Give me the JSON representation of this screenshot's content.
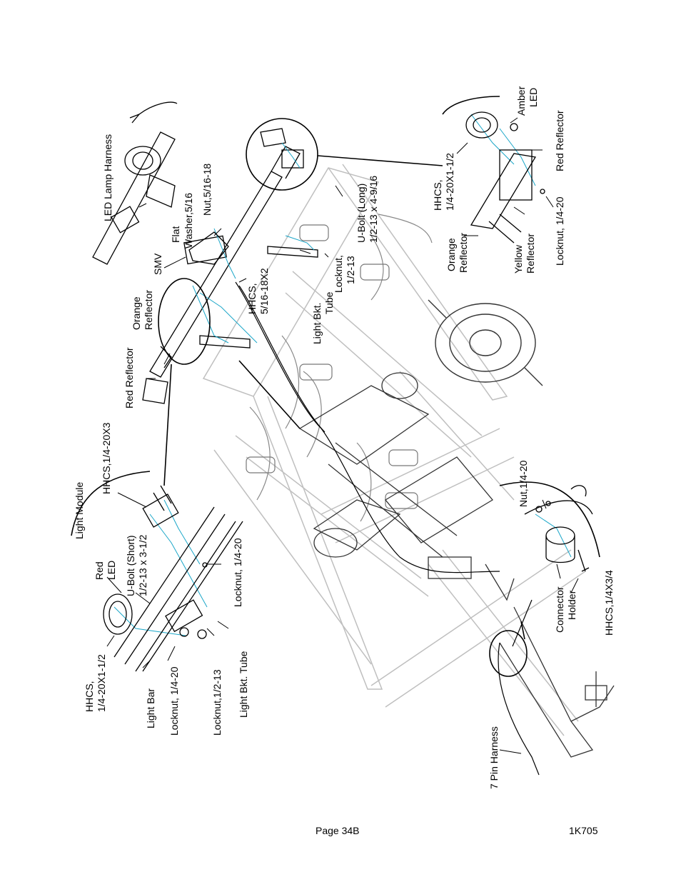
{
  "labels": {
    "led_lamp_harness": "LED Lamp Harness",
    "smv": "SMV",
    "flat": "Flat",
    "washer_5_16": "Washer,5/16",
    "nut_5_16_18": "Nut,5/16-18",
    "orange": "Orange",
    "reflector": "Reflector",
    "red_reflector": "Red Reflector",
    "hhcs_5_16": "HHCS,",
    "hhcs_5_16_size": "5/16-18X2",
    "light_bkt": "Light Bkt.",
    "tube": "Tube",
    "locknut": "Locknut,",
    "locknut_1_2_13": "1/2-13",
    "ubolt_long": "U-Bolt (Long)",
    "ubolt_long_size": "1/2-13 x 4-9/16",
    "hhcs_r": "HHCS,",
    "hhcs_r_size": "1/4-20X1-1/2",
    "amber": "Amber",
    "led": "LED",
    "red_reflector_r": "Red Reflector",
    "orange_r": "Orange",
    "reflector_r": "Reflector",
    "yellow": "Yellow",
    "reflector_y": "Reflector",
    "locknut_1_4_20_r": "Locknut, 1/4-20",
    "light_module": "Light Module",
    "hhcs_1_4_20x3": "HHCS,1/4-20X3",
    "red": "Red",
    "led_l": "LED",
    "ubolt_short": "U-Bolt (Short)",
    "ubolt_short_size": "1/2-13 x 3-1/2",
    "locknut_1_4_20_l": "Locknut, 1/4-20",
    "hhcs_l": "HHCS,",
    "hhcs_l_size": "1/4-20X1-1/2",
    "light_bar": "Light Bar",
    "locknut_1_4_20_b": "Locknut, 1/4-20",
    "locknut_1_2_13_b": "Locknut,1/2-13",
    "light_bkt_tube": "Light Bkt. Tube",
    "nut_1_4_20": "Nut,1/4-20",
    "connector": "Connector",
    "holder": "Holder",
    "hhcs_1_4x3_4": "HHCS,1/4X3/4",
    "pin_harness": "7 Pin Harness"
  },
  "footer": {
    "page": "Page 34B",
    "doc_id": "1K705"
  },
  "colors": {
    "line": "#000000",
    "accent": "#1aa6c8",
    "frame": "#bfbfbf"
  }
}
